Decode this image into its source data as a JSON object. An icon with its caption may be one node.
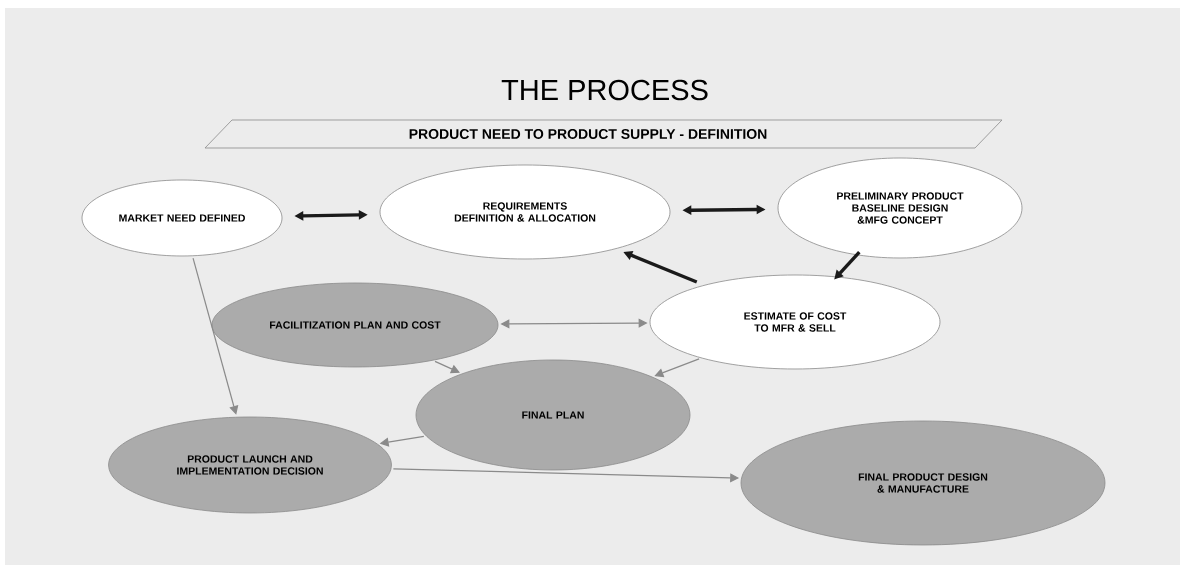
{
  "diagram": {
    "title": "THE PROCESS",
    "nodes": [
      {
        "text": [
          "PRODUCT NEED TO PRODUCT SUPPLY - DEFINITION"
        ]
      },
      {
        "text": [
          "MARKET NEED DEFINED"
        ]
      },
      {
        "text": [
          "REQUIREMENTS DEFINITION & ALLOCATION"
        ]
      },
      {
        "text": [
          "PRELIMINARY PRODUCT BASELINE DESIGN &MFG CONCEPT"
        ]
      },
      {
        "text": [
          "FACILITIZATION PLAN AND COST"
        ]
      },
      {
        "text": [
          "ESTIMATE OF COST TO MFR & SELL"
        ]
      },
      {
        "text": [
          "FINAL PLAN"
        ]
      },
      {
        "text": [
          "PRODUCT LAUNCH AND IMPLEMENTATION DECISION"
        ]
      },
      {
        "text": [
          "FINAL PRODUCT DESIGN & MANUFACTURE"
        ]
      }
    ],
    "edges": [
      {
        "from": 1,
        "to": 2,
        "arrow": "both",
        "style": "thick",
        "color": "#1a1a1a"
      },
      {
        "from": 2,
        "to": 3,
        "arrow": "both",
        "style": "thick",
        "color": "#1a1a1a"
      },
      {
        "from": 3,
        "to": 5,
        "arrow": "to",
        "style": "thick",
        "color": "#1a1a1a"
      },
      {
        "from": 5,
        "to": 2,
        "arrow": "to",
        "style": "thick",
        "color": "#1a1a1a"
      },
      {
        "from": 4,
        "to": 5,
        "arrow": "both"
      },
      {
        "from": 4,
        "to": 6,
        "arrow": "to"
      },
      {
        "from": 5,
        "to": 6,
        "arrow": "to"
      },
      {
        "from": 1,
        "to": 7,
        "arrow": "to"
      },
      {
        "from": 6,
        "to": 7,
        "arrow": "to"
      },
      {
        "from": 7,
        "to": 8,
        "arrow": "to"
      }
    ]
  }
}
